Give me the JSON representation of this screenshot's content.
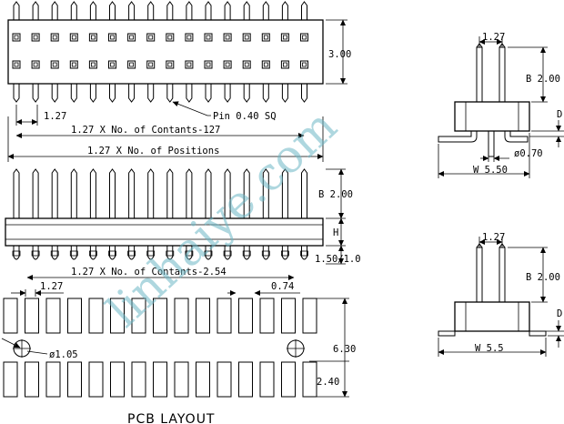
{
  "labels": {
    "pitch_top": "1.27",
    "pin_size": "Pin 0.40 SQ",
    "contacts_len": "1.27 X No. of Contants-127",
    "positions_len": "1.27 X No. of Positions",
    "height_top": "3.00",
    "pitch_side1": "1.27",
    "b_side1": "B 2.00",
    "d_side1": "D",
    "dia_side1": "ø0.70",
    "w_side1": "W 5.50",
    "b_front": "B 2.00",
    "h_front": "H",
    "tail_front": "1.50/1.0",
    "contacts_front": "1.27 X No. of Contants-2.54",
    "pitch_side2": "1.27",
    "b_side2": "B 2.00",
    "d_side2": "D",
    "w_side2": "W 5.5",
    "pcb_pitch": "1.27",
    "pcb_pad": "0.74",
    "pcb_hole": "ø1.05",
    "pcb_height": "6.30",
    "pcb_pad_h": "2.40",
    "pcb_title": "PCB LAYOUT"
  },
  "watermark": "linhaiye.com",
  "colors": {
    "line": "#000000",
    "watermark": "#6cb6c4"
  }
}
